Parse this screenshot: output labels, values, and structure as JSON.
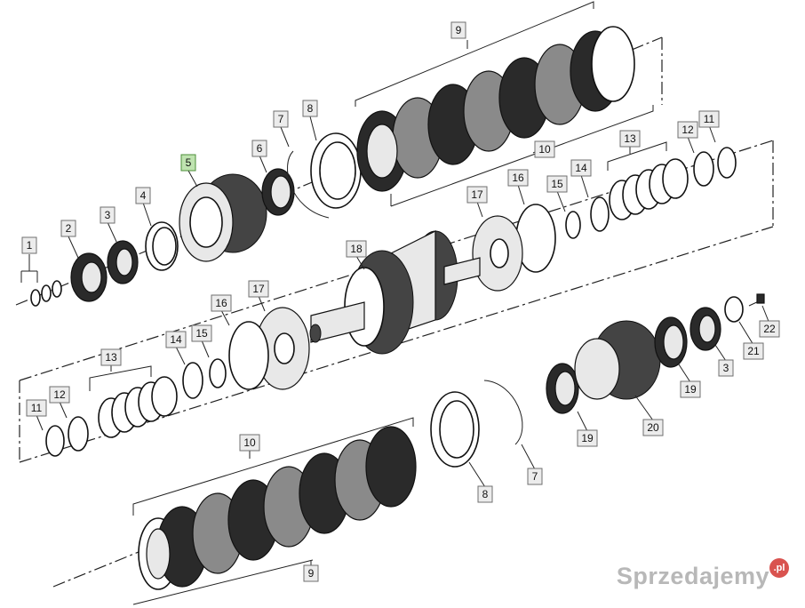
{
  "callouts": {
    "c1": "1",
    "c2": "2",
    "c3": "3",
    "c4": "4",
    "c5": "5",
    "c6": "6",
    "c7": "7",
    "c8": "8",
    "c9": "9",
    "c10": "10",
    "c11": "11",
    "c12": "12",
    "c13": "13",
    "c14": "14",
    "c15": "15",
    "c16": "16",
    "c17": "17",
    "c18": "18",
    "c19": "19",
    "c20": "20",
    "c21": "21",
    "c22": "22"
  },
  "watermark": {
    "text": "Sprzedajemy",
    "suffix": ".pl"
  },
  "colors": {
    "highlight": "#bfe3b0",
    "label_fill": "#ececec",
    "watermark_accent": "#d9534f"
  }
}
